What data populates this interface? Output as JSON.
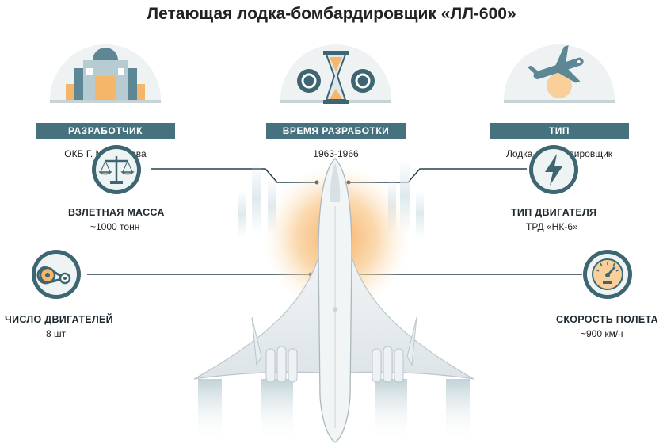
{
  "title": "Летающая лодка-бомбардировщик «ЛЛ-600»",
  "top_cards": [
    {
      "label": "РАЗРАБОТЧИК",
      "value": "ОКБ Г. М. Бериева",
      "icon": "factory-icon"
    },
    {
      "label": "ВРЕМЯ РАЗРАБОТКИ",
      "value": "1963-1966",
      "icon": "hourglass-gears-icon"
    },
    {
      "label": "ТИП",
      "value": "Лодка-бомбардировщик",
      "icon": "airplane-icon"
    }
  ],
  "specs": [
    {
      "label": "ВЗЛЕТНАЯ МАССА",
      "value": "~1000 тонн",
      "icon": "scales-icon"
    },
    {
      "label": "ТИП ДВИГАТЕЛЯ",
      "value": "ТРД «НК-6»",
      "icon": "lightning-icon"
    },
    {
      "label": "ЧИСЛО ДВИГАТЕЛЕЙ",
      "value": "8 шт",
      "icon": "belt-drive-icon"
    },
    {
      "label": "СКОРОСТЬ ПОЛЕТА",
      "value": "~900 км/ч",
      "icon": "speedometer-icon"
    }
  ],
  "colors": {
    "accent": "#46727f",
    "circle": "#3d6672",
    "glow": "#f6b66a",
    "line": "#25414a"
  }
}
